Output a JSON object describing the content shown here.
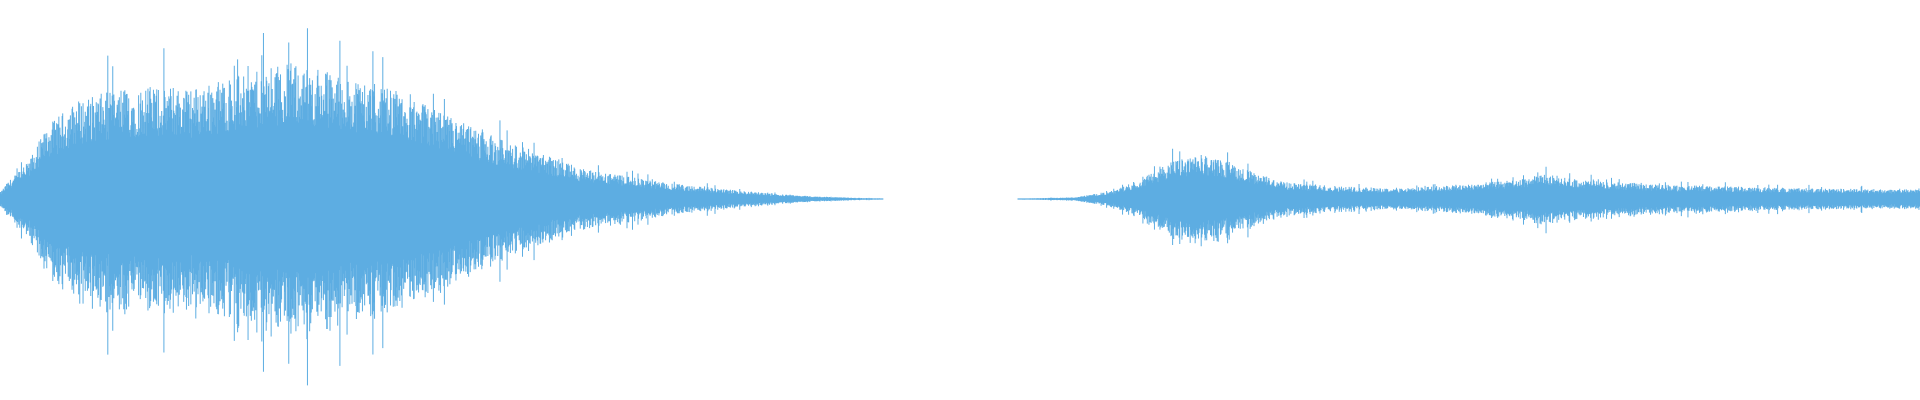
{
  "waveform": {
    "color": "#5dade2",
    "background": "#ffffff",
    "segments": [
      {
        "name": "first-burst",
        "start": 0.0,
        "end": 0.46,
        "envelope": [
          [
            0.0,
            0.03
          ],
          [
            0.004,
            0.08
          ],
          [
            0.015,
            0.18
          ],
          [
            0.025,
            0.35
          ],
          [
            0.04,
            0.47
          ],
          [
            0.06,
            0.52
          ],
          [
            0.08,
            0.54
          ],
          [
            0.1,
            0.53
          ],
          [
            0.12,
            0.58
          ],
          [
            0.135,
            0.61
          ],
          [
            0.15,
            0.65
          ],
          [
            0.165,
            0.62
          ],
          [
            0.185,
            0.58
          ],
          [
            0.205,
            0.52
          ],
          [
            0.225,
            0.43
          ],
          [
            0.245,
            0.35
          ],
          [
            0.265,
            0.27
          ],
          [
            0.285,
            0.21
          ],
          [
            0.305,
            0.14
          ],
          [
            0.325,
            0.11
          ],
          [
            0.345,
            0.08
          ],
          [
            0.365,
            0.06
          ],
          [
            0.385,
            0.04
          ],
          [
            0.405,
            0.025
          ],
          [
            0.425,
            0.012
          ],
          [
            0.445,
            0.006
          ],
          [
            0.46,
            0.003
          ]
        ]
      },
      {
        "name": "silence-gap",
        "start": 0.46,
        "end": 0.53,
        "envelope": []
      },
      {
        "name": "second-burst",
        "start": 0.53,
        "end": 1.0,
        "envelope": [
          [
            0.53,
            0.002
          ],
          [
            0.56,
            0.008
          ],
          [
            0.58,
            0.04
          ],
          [
            0.595,
            0.1
          ],
          [
            0.61,
            0.18
          ],
          [
            0.62,
            0.2
          ],
          [
            0.63,
            0.2
          ],
          [
            0.64,
            0.18
          ],
          [
            0.655,
            0.12
          ],
          [
            0.67,
            0.08
          ],
          [
            0.7,
            0.06
          ],
          [
            0.73,
            0.05
          ],
          [
            0.76,
            0.07
          ],
          [
            0.79,
            0.09
          ],
          [
            0.805,
            0.12
          ],
          [
            0.825,
            0.09
          ],
          [
            0.86,
            0.07
          ],
          [
            0.9,
            0.06
          ],
          [
            0.95,
            0.05
          ],
          [
            1.0,
            0.045
          ]
        ]
      }
    ]
  }
}
